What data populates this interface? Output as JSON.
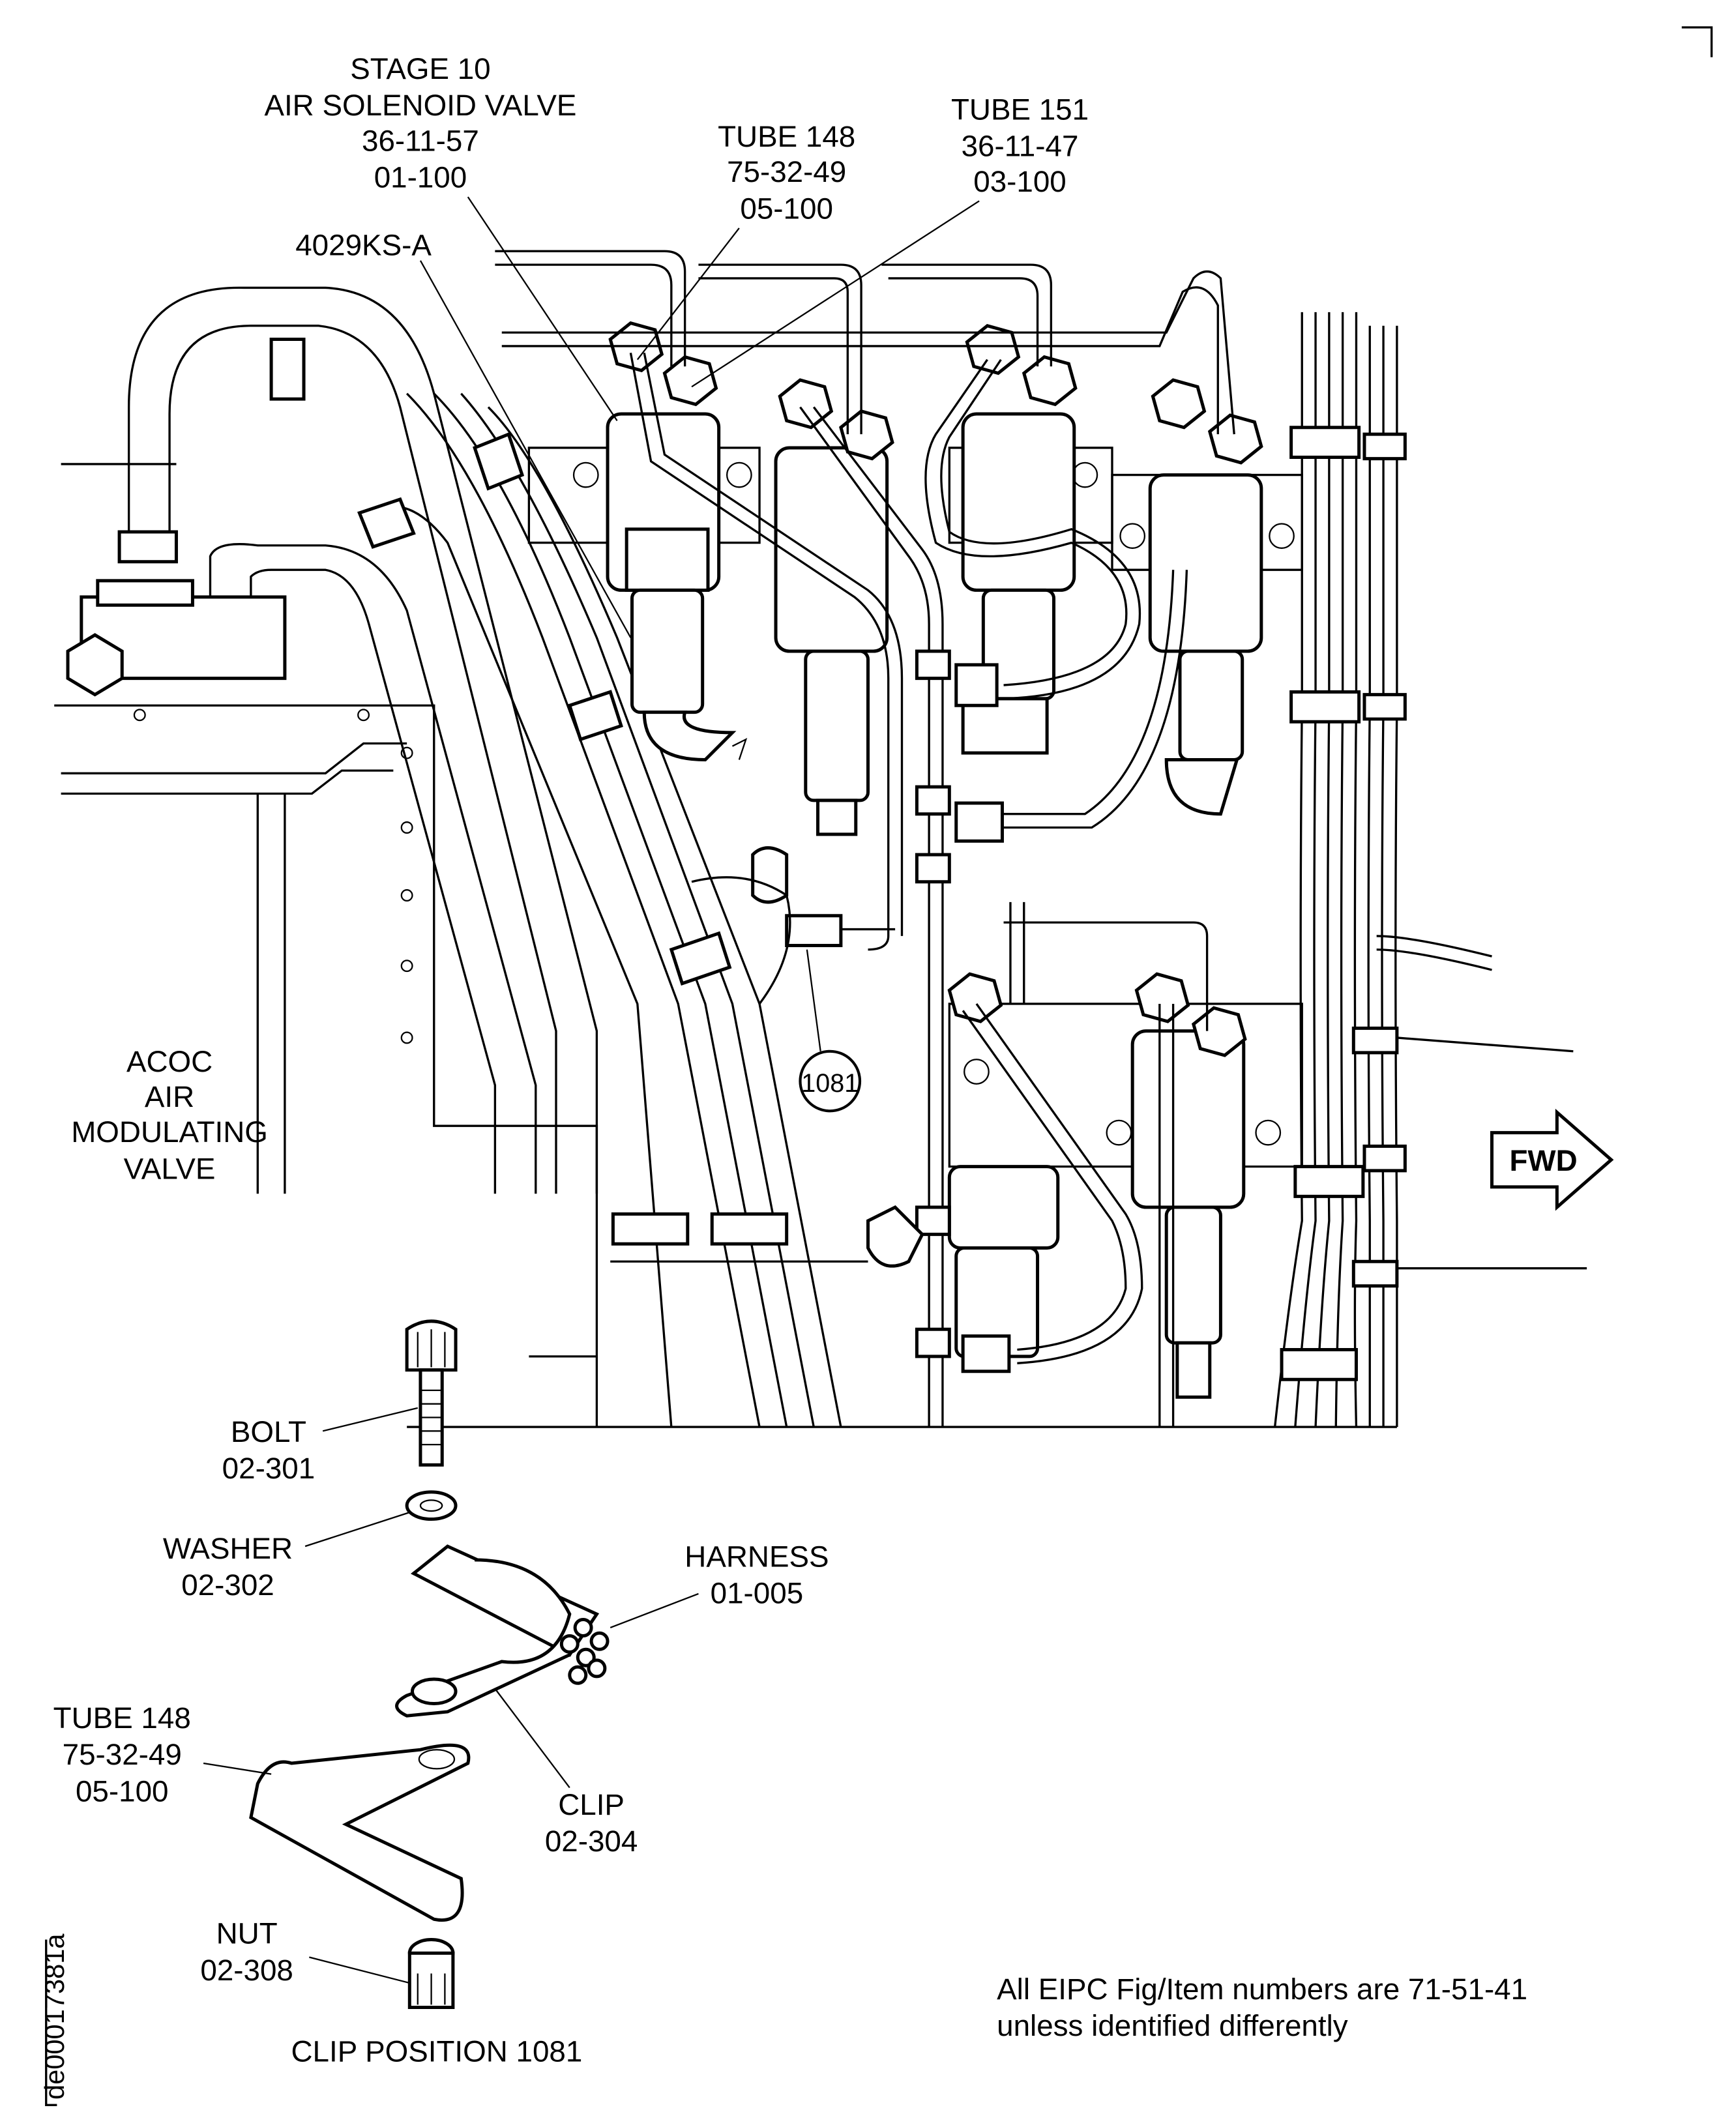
{
  "callouts": {
    "air_solenoid_valve": [
      "STAGE 10",
      "AIR SOLENOID VALVE",
      "36-11-57",
      "01-100"
    ],
    "connector": "4029KS-A",
    "tube_148_top": [
      "TUBE 148",
      "75-32-49",
      "05-100"
    ],
    "tube_151": [
      "TUBE 151",
      "36-11-47",
      "03-100"
    ],
    "acoc_valve": [
      "ACOC",
      "AIR",
      "MODULATING",
      "VALVE"
    ],
    "clip_position_marker": "1081",
    "fwd_arrow": "FWD",
    "bolt": [
      "BOLT",
      "02-301"
    ],
    "washer": [
      "WASHER",
      "02-302"
    ],
    "harness": [
      "HARNESS",
      "01-005"
    ],
    "tube_148_detail": [
      "TUBE 148",
      "75-32-49",
      "05-100"
    ],
    "clip": [
      "CLIP",
      "02-304"
    ],
    "nut": [
      "NUT",
      "02-308"
    ],
    "detail_title": "CLIP POSITION 1081"
  },
  "note": [
    "All EIPC Fig/Item numbers are 71-51-41",
    "unless identified differently"
  ],
  "drawing_id": "de00017381a"
}
